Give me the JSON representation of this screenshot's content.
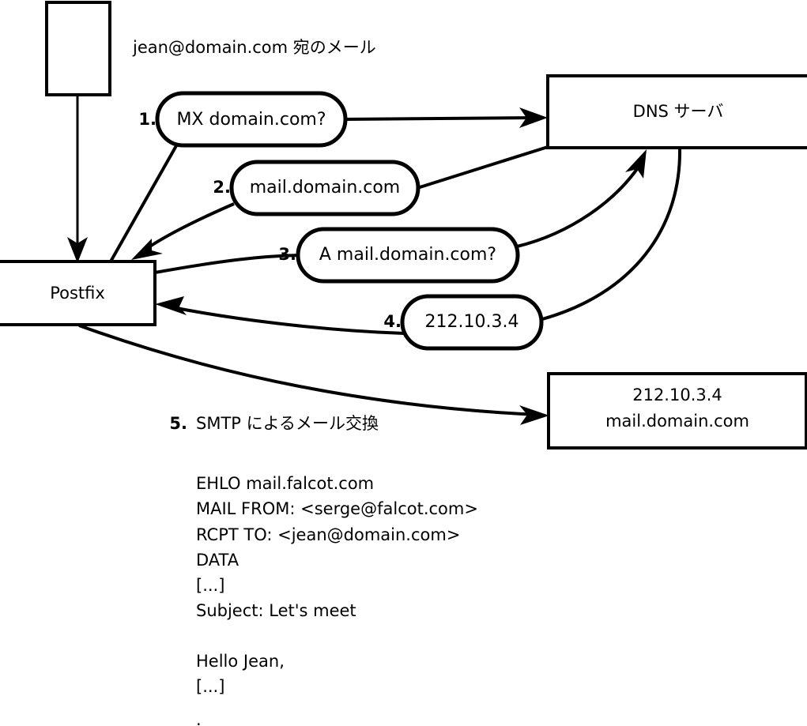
{
  "diagram": {
    "title_note": "jean@domain.com 宛のメール",
    "nodes": [
      {
        "id": "client",
        "label": ""
      },
      {
        "id": "postfix",
        "label": "Postfix"
      },
      {
        "id": "dns",
        "label": "DNS サーバ"
      },
      {
        "id": "mailserver",
        "label_line1": "212.10.3.4",
        "label_line2": "mail.domain.com"
      }
    ],
    "steps": [
      {
        "number": "1.",
        "label": "MX domain.com?"
      },
      {
        "number": "2.",
        "label": "mail.domain.com"
      },
      {
        "number": "3.",
        "label": "A mail.domain.com?"
      },
      {
        "number": "4.",
        "label": "212.10.3.4"
      },
      {
        "number": "5.",
        "label": "SMTP によるメール交換"
      }
    ],
    "transcript": [
      "EHLO mail.falcot.com",
      "MAIL FROM: <serge@falcot.com>",
      "RCPT TO: <jean@domain.com>",
      "DATA",
      "[...]",
      "Subject: Let's meet",
      "",
      "Hello Jean,",
      "[...]",
      "."
    ]
  },
  "colors": {
    "stroke": "#000000",
    "fill": "#ffffff",
    "text": "#000000"
  }
}
